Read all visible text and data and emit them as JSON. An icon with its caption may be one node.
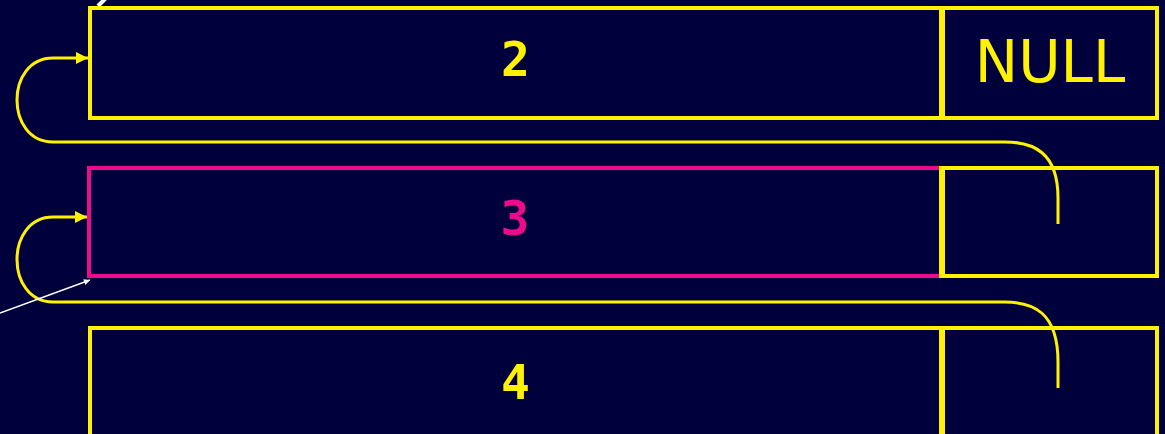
{
  "diagram": {
    "nodes": [
      {
        "text": [
          "2"
        ]
      },
      {
        "text": [
          "NULL"
        ]
      },
      {
        "text": [
          "3"
        ]
      },
      {
        "text": [],
        "shape": "box"
      },
      {
        "text": [
          "4"
        ]
      },
      {
        "text": [],
        "shape": "box"
      }
    ],
    "edges": [
      {
        "from": 3,
        "to": 0,
        "arrow": "to"
      },
      {
        "from": 5,
        "to": 2,
        "arrow": "to"
      },
      {
        "from": null,
        "to": 2,
        "arrow": "to",
        "color": "#ffffff"
      }
    ]
  }
}
